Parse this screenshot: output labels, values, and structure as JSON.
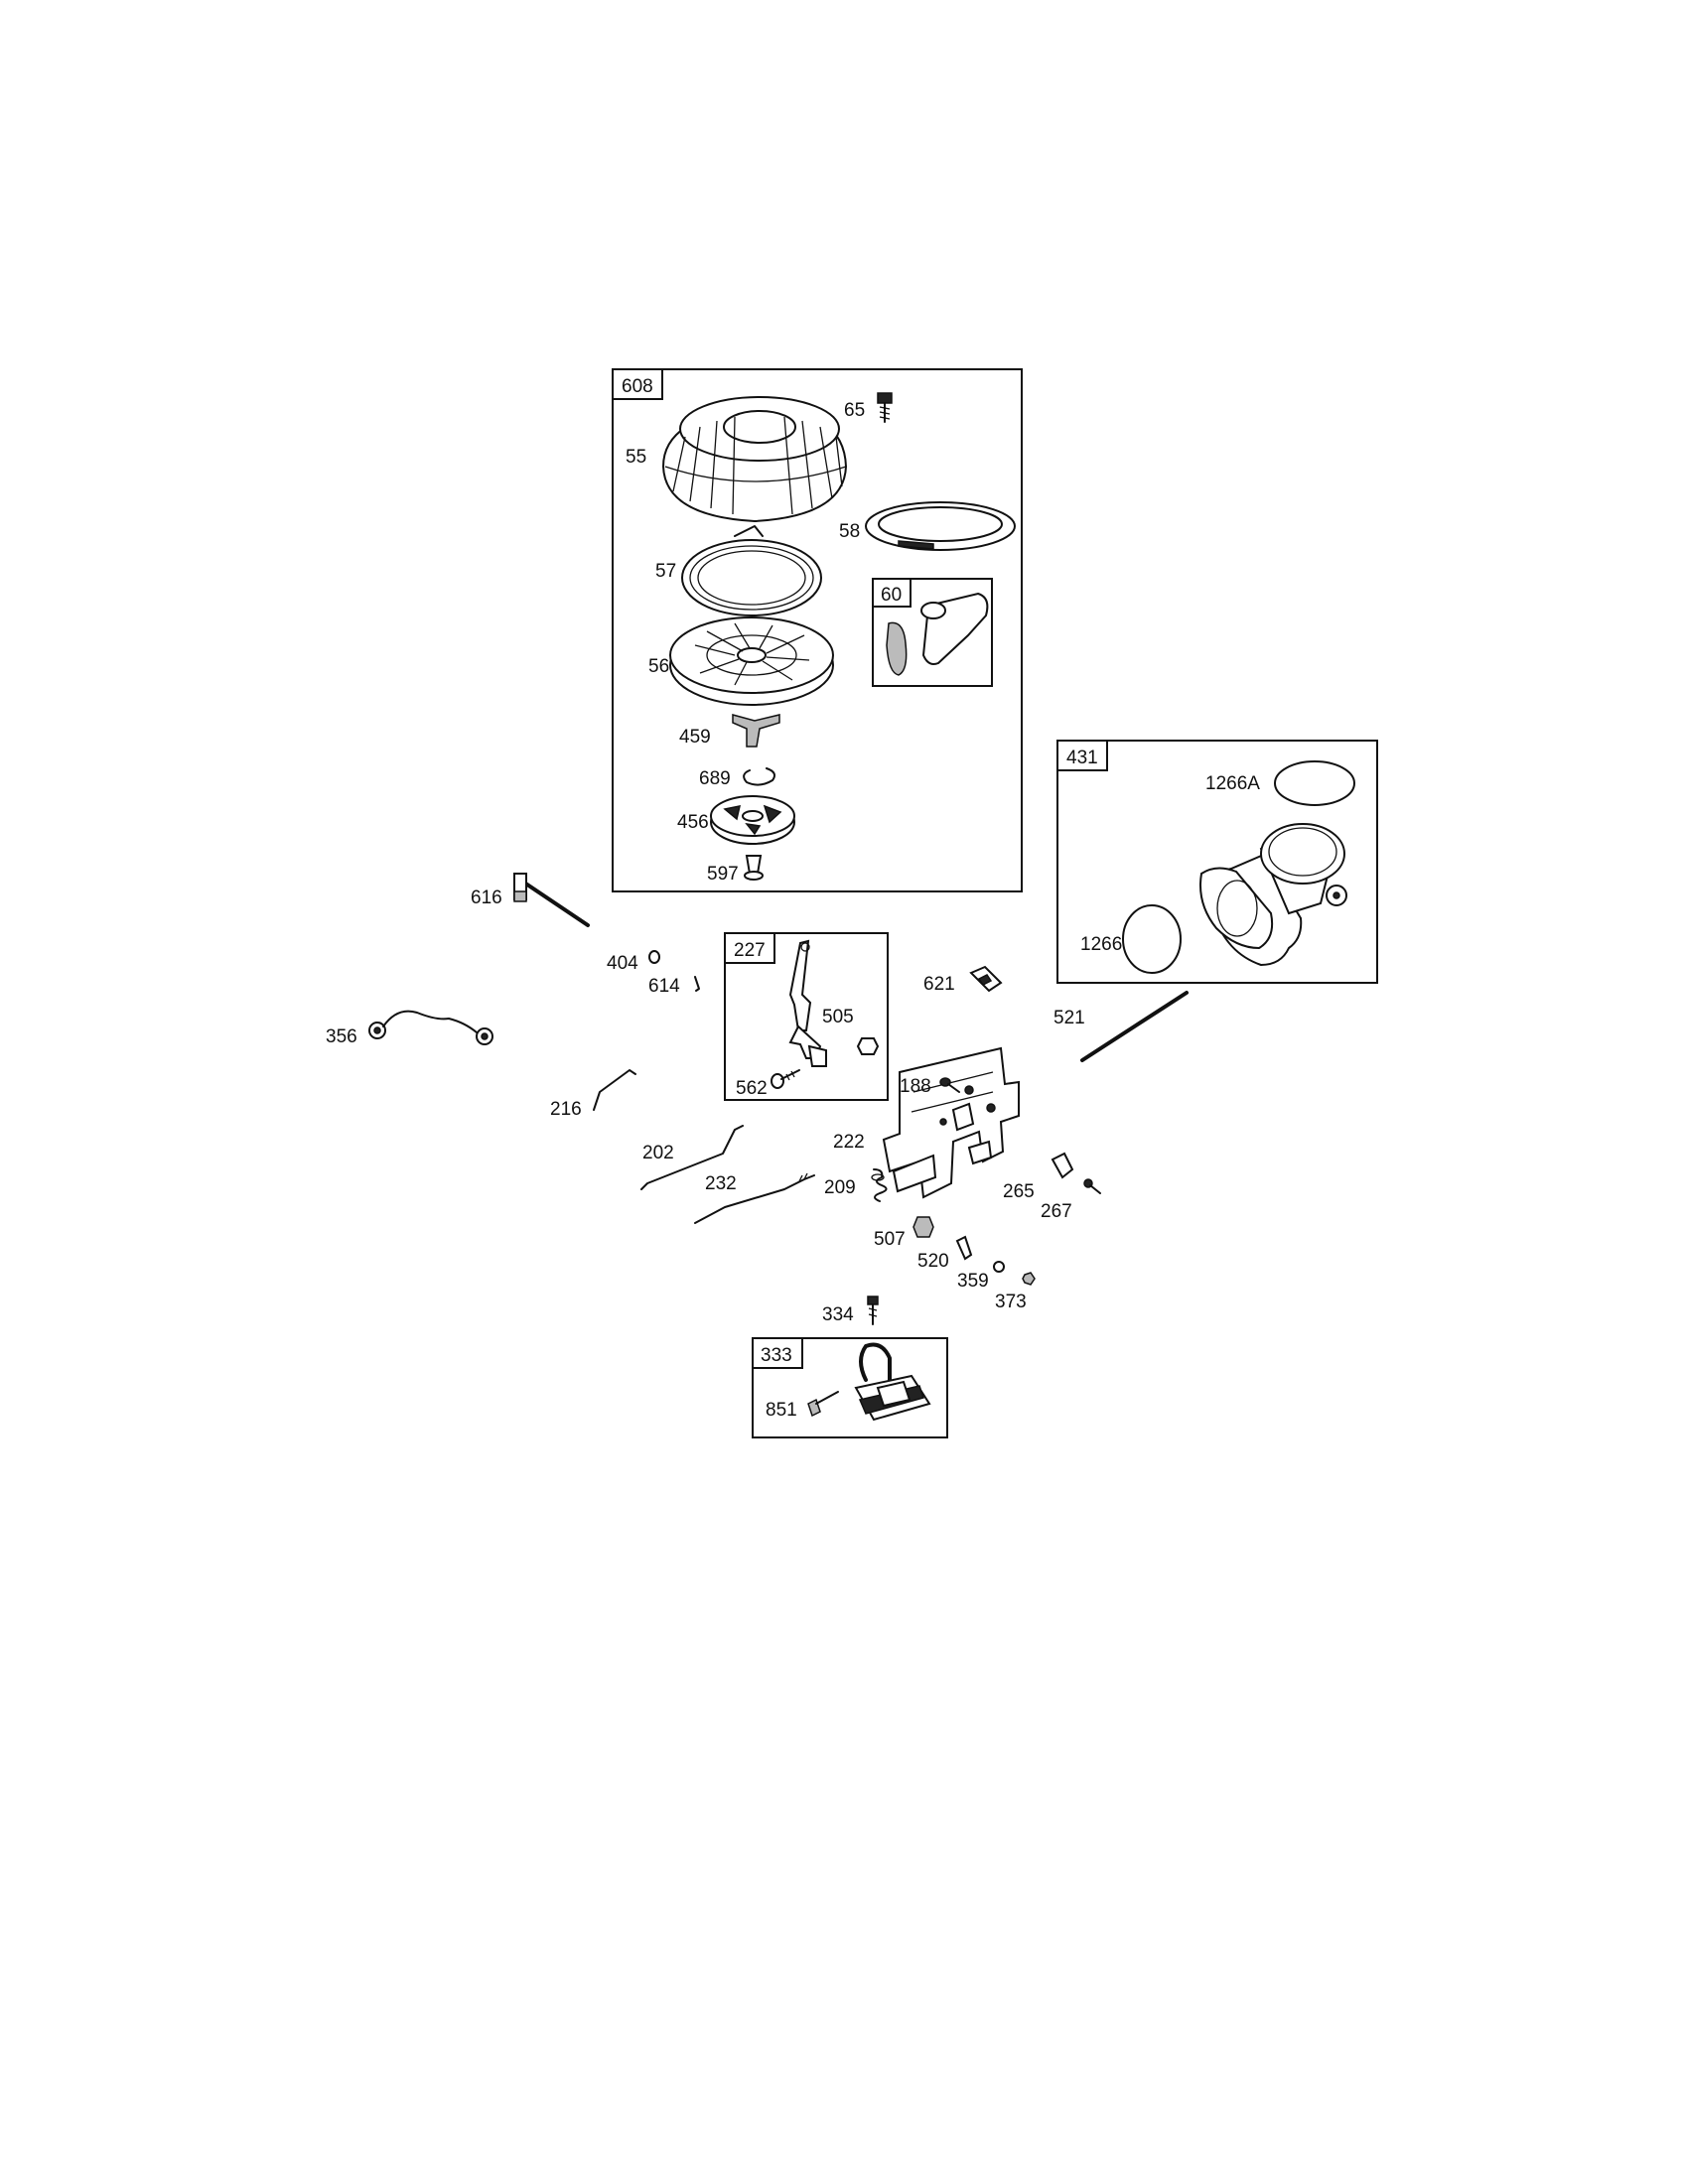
{
  "groups": {
    "g608": "608",
    "g60": "60",
    "g431": "431",
    "g227": "227",
    "g333": "333"
  },
  "parts": {
    "p65": "65",
    "p55": "55",
    "p58": "58",
    "p57": "57",
    "p56": "56",
    "p459": "459",
    "p689": "689",
    "p456": "456",
    "p597": "597",
    "p1266A": "1266A",
    "p1266": "1266",
    "p616": "616",
    "p404": "404",
    "p614": "614",
    "p505": "505",
    "p562": "562",
    "p621": "621",
    "p521": "521",
    "p356": "356",
    "p216": "216",
    "p188": "188",
    "p222": "222",
    "p202": "202",
    "p232": "232",
    "p209": "209",
    "p265": "265",
    "p267": "267",
    "p507": "507",
    "p520": "520",
    "p359": "359",
    "p373": "373",
    "p334": "334",
    "p851": "851"
  }
}
